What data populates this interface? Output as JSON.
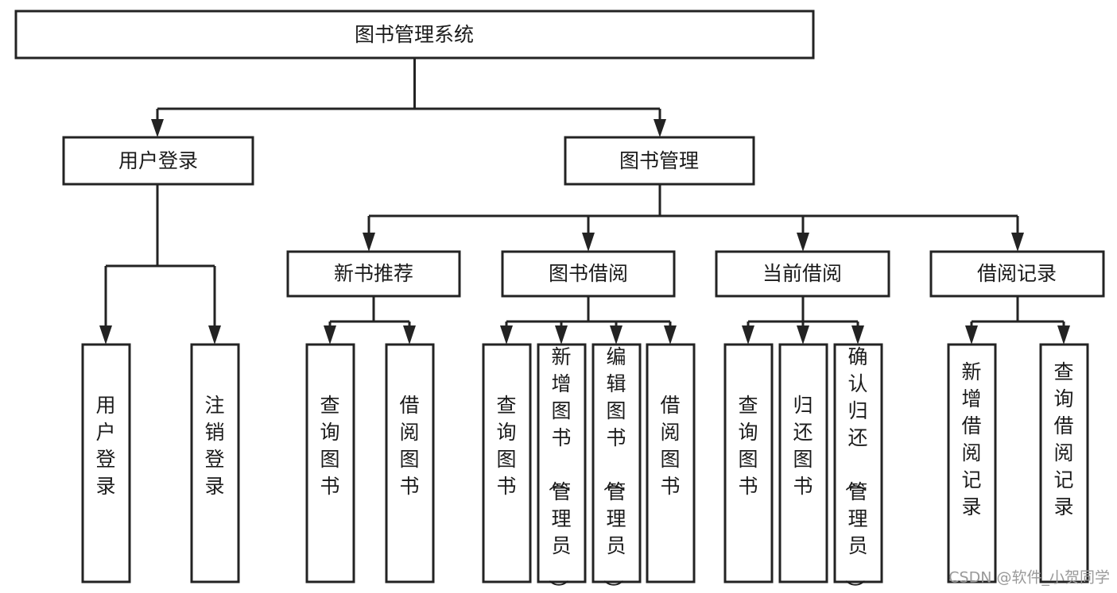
{
  "diagram": {
    "title": "图书管理系统",
    "type": "tree-hierarchy",
    "watermark": "CSDN @软件_小贺同学",
    "colors": {
      "stroke": "#232323",
      "fill": "#ffffff",
      "text": "#1b1b1b",
      "watermark": "#9a9a9a"
    },
    "levels": {
      "root": {
        "label": "图书管理系统"
      },
      "level2": [
        {
          "id": "user-login",
          "label": "用户登录"
        },
        {
          "id": "book-manage",
          "label": "图书管理"
        }
      ],
      "level3": [
        {
          "id": "new-book-recommend",
          "label": "新书推荐",
          "parent": "book-manage"
        },
        {
          "id": "book-borrow",
          "label": "图书借阅",
          "parent": "book-manage"
        },
        {
          "id": "current-borrow",
          "label": "当前借阅",
          "parent": "book-manage"
        },
        {
          "id": "borrow-record",
          "label": "借阅记录",
          "parent": "book-manage"
        }
      ],
      "leaves": [
        {
          "id": "leaf-user-login",
          "label": "用户登录",
          "parent": "user-login"
        },
        {
          "id": "leaf-user-logout",
          "label": "注销登录",
          "parent": "user-login"
        },
        {
          "id": "leaf-query-book-1",
          "label": "查询图书",
          "parent": "new-book-recommend"
        },
        {
          "id": "leaf-borrow-book-1",
          "label": "借阅图书",
          "parent": "new-book-recommend"
        },
        {
          "id": "leaf-query-book-2",
          "label": "查询图书",
          "parent": "book-borrow"
        },
        {
          "id": "leaf-add-book",
          "label": "新增图书（管理员）",
          "parent": "book-borrow"
        },
        {
          "id": "leaf-edit-book",
          "label": "编辑图书（管理员）",
          "parent": "book-borrow"
        },
        {
          "id": "leaf-borrow-book-2",
          "label": "借阅图书",
          "parent": "book-borrow"
        },
        {
          "id": "leaf-query-book-3",
          "label": "查询图书",
          "parent": "current-borrow"
        },
        {
          "id": "leaf-return-book",
          "label": "归还图书",
          "parent": "current-borrow"
        },
        {
          "id": "leaf-confirm-return",
          "label": "确认归还（管理员）",
          "parent": "current-borrow"
        },
        {
          "id": "leaf-add-record",
          "label": "新增借阅记录",
          "parent": "borrow-record"
        },
        {
          "id": "leaf-query-record",
          "label": "查询借阅记录",
          "parent": "borrow-record"
        }
      ]
    }
  }
}
